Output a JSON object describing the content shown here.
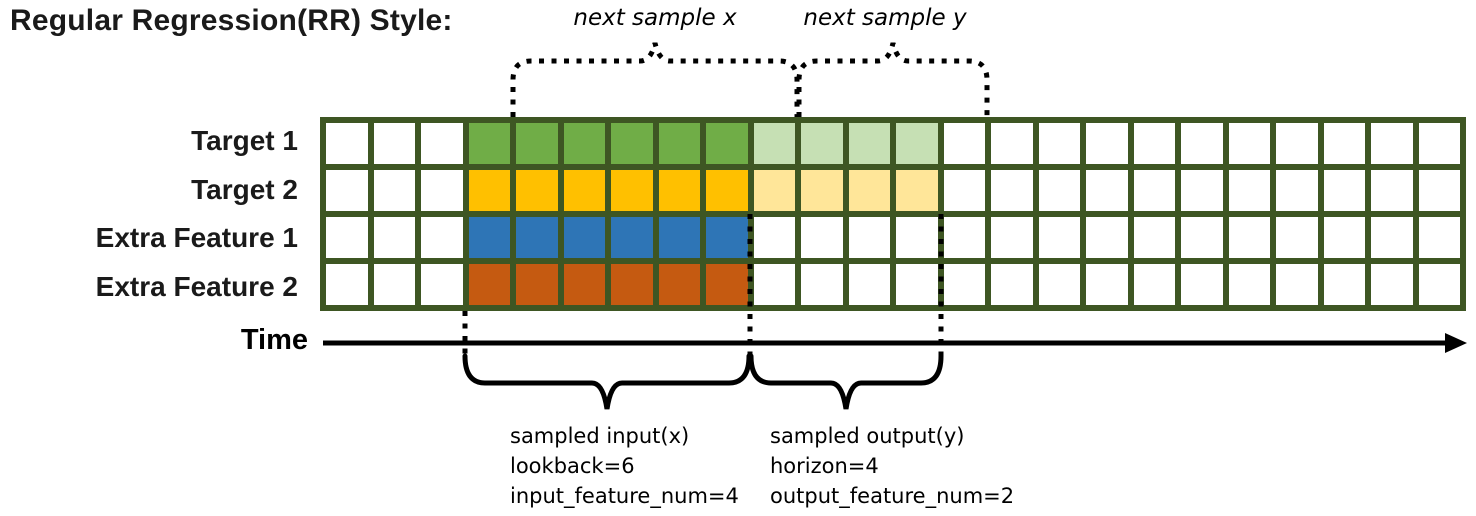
{
  "title": "Regular Regression(RR) Style:",
  "annotations": {
    "next_sample_x": "next sample x",
    "next_sample_y": "next sample y"
  },
  "rows": [
    {
      "label": "Target 1",
      "input_color": "#70ad47",
      "output_color": "#c6e0b4"
    },
    {
      "label": "Target 2",
      "input_color": "#ffc000",
      "output_color": "#ffe699"
    },
    {
      "label": "Extra Feature 1",
      "input_color": "#2e75b6",
      "output_color": null
    },
    {
      "label": "Extra Feature 2",
      "input_color": "#c55a11",
      "output_color": null
    }
  ],
  "grid": {
    "columns": 24,
    "row_count": 4,
    "border_color": "#3e5623",
    "cell_color": "#ffffff",
    "input_cols": [
      4,
      9
    ],
    "output_cols": [
      10,
      13
    ]
  },
  "time_axis": {
    "label": "Time"
  },
  "notes": {
    "input": {
      "lines": [
        "sampled input(x)",
        "lookback=6",
        "input_feature_num=4"
      ]
    },
    "output": {
      "lines": [
        "sampled output(y)",
        "horizon=4",
        "output_feature_num=2"
      ]
    }
  },
  "stroke_color": "#000000"
}
